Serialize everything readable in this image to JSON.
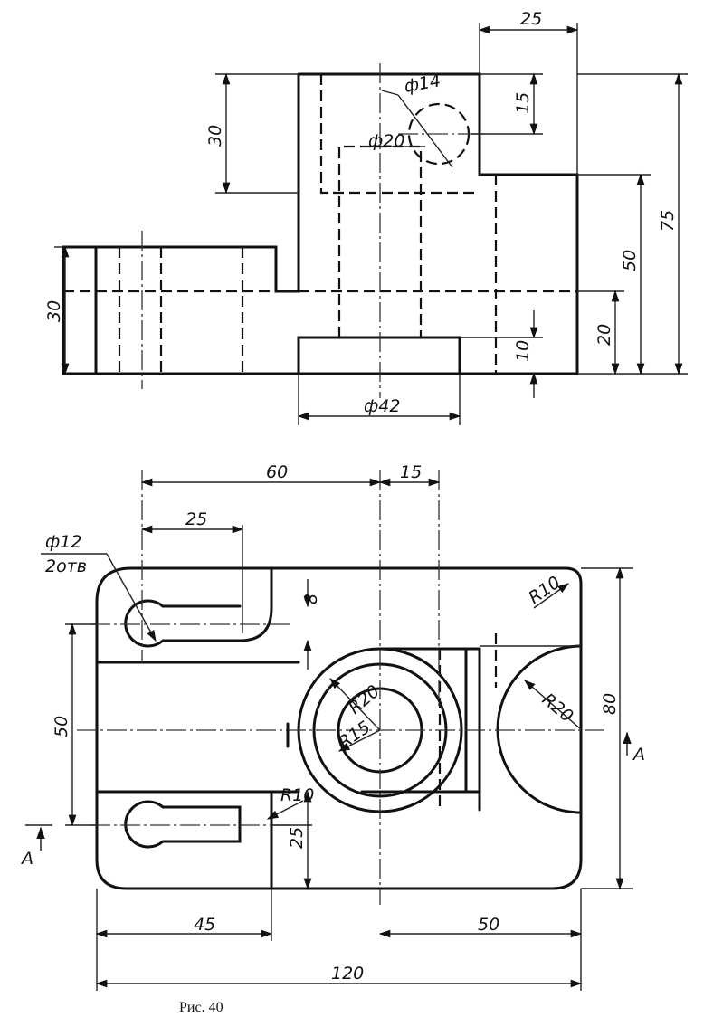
{
  "figure": {
    "caption": "Рис. 40",
    "section_mark": "А"
  },
  "front_view": {
    "dims": {
      "d25": "25",
      "d30_top": "30",
      "phi14": "ф14",
      "d15": "15",
      "phi20": "ф20",
      "d75": "75",
      "d50": "50",
      "d30_left": "30",
      "d20": "20",
      "d10": "10",
      "phi42": "ф42"
    }
  },
  "plan_view": {
    "dims": {
      "d60": "60",
      "d15": "15",
      "d25": "25",
      "phi12": "ф12",
      "two_holes": "2отв",
      "d8": "8",
      "r10_top": "R10",
      "r20_center": "R20",
      "r15": "R15",
      "r20_right": "R20",
      "d80": "80",
      "d50_left": "50",
      "r10_slot": "R10",
      "d25_slot": "25",
      "d45": "45",
      "d50_bottom": "50",
      "d120": "120"
    }
  }
}
